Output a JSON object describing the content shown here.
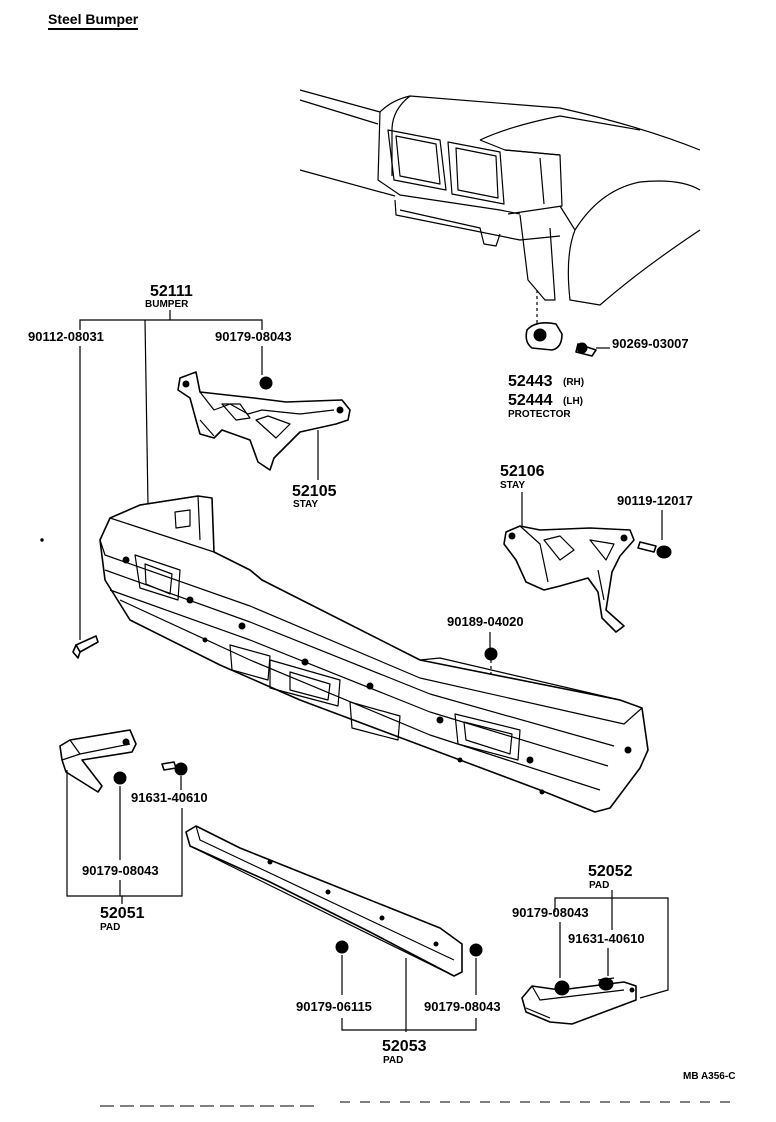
{
  "title": "Steel Bumper",
  "code": "MB A356-C",
  "parts": {
    "bumper": {
      "num": "52111",
      "name": "BUMPER"
    },
    "bolt_left": {
      "num": "90112-08031"
    },
    "nut_top": {
      "num": "90179-08043"
    },
    "stay_l": {
      "num": "52105",
      "name": "STAY"
    },
    "stay_r": {
      "num": "52106",
      "name": "STAY"
    },
    "screw_prot": {
      "num": "90269-03007"
    },
    "protector_rh": {
      "num": "52443",
      "side": "(RH)"
    },
    "protector_lh": {
      "num": "52444",
      "side": "(LH)"
    },
    "protector_name": {
      "name": "PROTECTOR"
    },
    "bolt_r": {
      "num": "90119-12017"
    },
    "nut_bumper": {
      "num": "90189-04020"
    },
    "clip_l": {
      "num": "91631-40610"
    },
    "nut_pad_l": {
      "num": "90179-08043"
    },
    "pad_l": {
      "num": "52051",
      "name": "PAD"
    },
    "pad_r": {
      "num": "52052",
      "name": "PAD"
    },
    "nut_pad_r": {
      "num": "90179-08043"
    },
    "clip_r": {
      "num": "91631-40610"
    },
    "nut_center_l": {
      "num": "90179-06115"
    },
    "nut_center_r": {
      "num": "90179-08043"
    },
    "pad_c": {
      "num": "52053",
      "name": "PAD"
    }
  }
}
